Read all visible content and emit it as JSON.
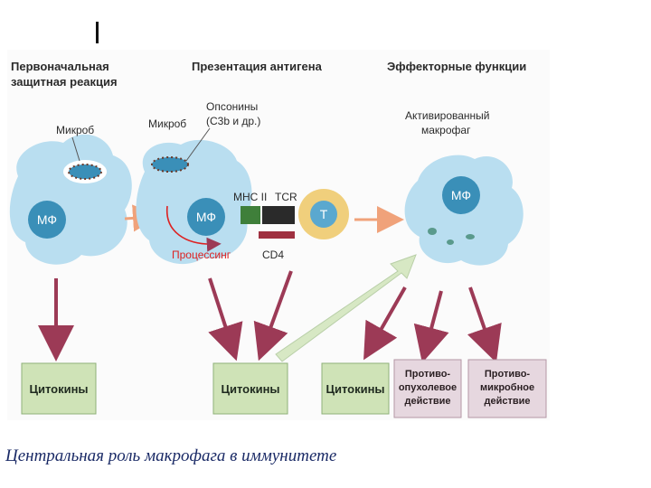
{
  "headers": {
    "col1": [
      "Первоначальная",
      "защитная реакция"
    ],
    "col2": "Презентация антигена",
    "col3": "Эффекторные функции"
  },
  "labels": {
    "microbe1": "Микроб",
    "microbe2": "Микроб",
    "opsonins": [
      "Опсонины",
      "(C3b и др.)"
    ],
    "activated": [
      "Активированный",
      "макрофаг"
    ],
    "mf1": "МФ",
    "mf2": "МФ",
    "mf3": "МФ",
    "t_cell": "Т",
    "mhc": "MHC II",
    "tcr": "TCR",
    "cd4": "CD4",
    "processing": "Процессинг"
  },
  "boxes": {
    "cyt1": "Цитокины",
    "cyt2": "Цитокины",
    "cyt3": "Цитокины",
    "antitumor": [
      "Противо-",
      "опухолевое",
      "действие"
    ],
    "antimicrobial": [
      "Противо-",
      "микробное",
      "действие"
    ]
  },
  "caption": "Центральная роль макрофага в иммунитете",
  "colors": {
    "cell": "#b9def0",
    "nucleus": "#3a8fb8",
    "arrow": "#9c3a56",
    "green_box": "#cfe3b7",
    "pink_box": "#e6d7df",
    "tcell_outer": "#f0cf7c",
    "tcell_inner": "#5aa8cf",
    "orange_arrow": "#f0a27a",
    "big_arrow": "#d7e8c4"
  }
}
